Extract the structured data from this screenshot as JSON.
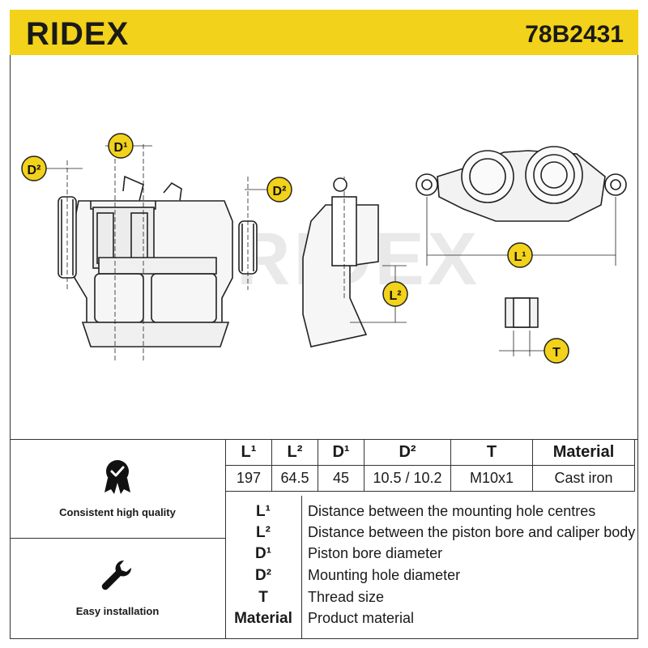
{
  "header": {
    "brand": "RIDEX",
    "code": "78B2431"
  },
  "watermark": "RIDEX",
  "dimension_labels": {
    "d1": "D¹",
    "d2_left": "D²",
    "d2_right": "D²",
    "l1": "L¹",
    "l2": "L²",
    "t": "T"
  },
  "spec_table": {
    "headers": [
      "L¹",
      "L²",
      "D¹",
      "D²",
      "T",
      "Material"
    ],
    "values": [
      "197",
      "64.5",
      "45",
      "10.5 / 10.2",
      "M10x1",
      "Cast iron"
    ]
  },
  "features": [
    {
      "label": "Consistent high quality",
      "icon": "quality-badge-icon"
    },
    {
      "label": "Easy installation",
      "icon": "wrench-icon"
    }
  ],
  "legend": [
    {
      "symbol": "L¹",
      "description": "Distance between the mounting hole centres"
    },
    {
      "symbol": "L²",
      "description": "Distance between the piston bore and caliper body"
    },
    {
      "symbol": "D¹",
      "description": "Piston bore diameter"
    },
    {
      "symbol": "D²",
      "description": "Mounting hole diameter"
    },
    {
      "symbol": "T",
      "description": "Thread size"
    },
    {
      "symbol": "Material",
      "description": "Product material"
    }
  ],
  "colors": {
    "accent": "#f2d21a",
    "ink": "#1a1a1a",
    "watermark": "#e6e6e6"
  }
}
